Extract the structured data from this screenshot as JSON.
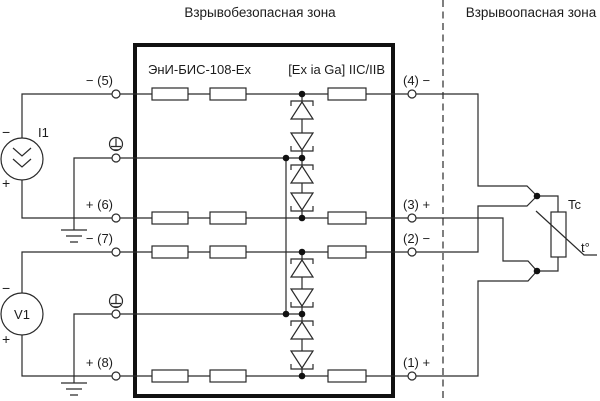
{
  "zones": {
    "safe": "Взрывобезопасная зона",
    "hazard": "Взрывоопасная зона"
  },
  "device": {
    "name": "ЭнИ-БИС-108-Ex",
    "ex_marking": "[Ex ia Ga] IIC/IIB"
  },
  "terminals": {
    "t5": "− (5)",
    "t6": "+ (6)",
    "t7": "− (7)",
    "t8": "+ (8)",
    "t4": "(4) −",
    "t3": "(3) +",
    "t2": "(2) −",
    "t1": "(1) +"
  },
  "sources": {
    "i1_label": "I1",
    "v1_label": "V1",
    "minus": "−",
    "plus": "+"
  },
  "sensor": {
    "name": "Tc",
    "temperature": "t°"
  },
  "colors": {
    "line": "#2a2a2a",
    "box_border": "#111111",
    "background": "#ffffff"
  }
}
